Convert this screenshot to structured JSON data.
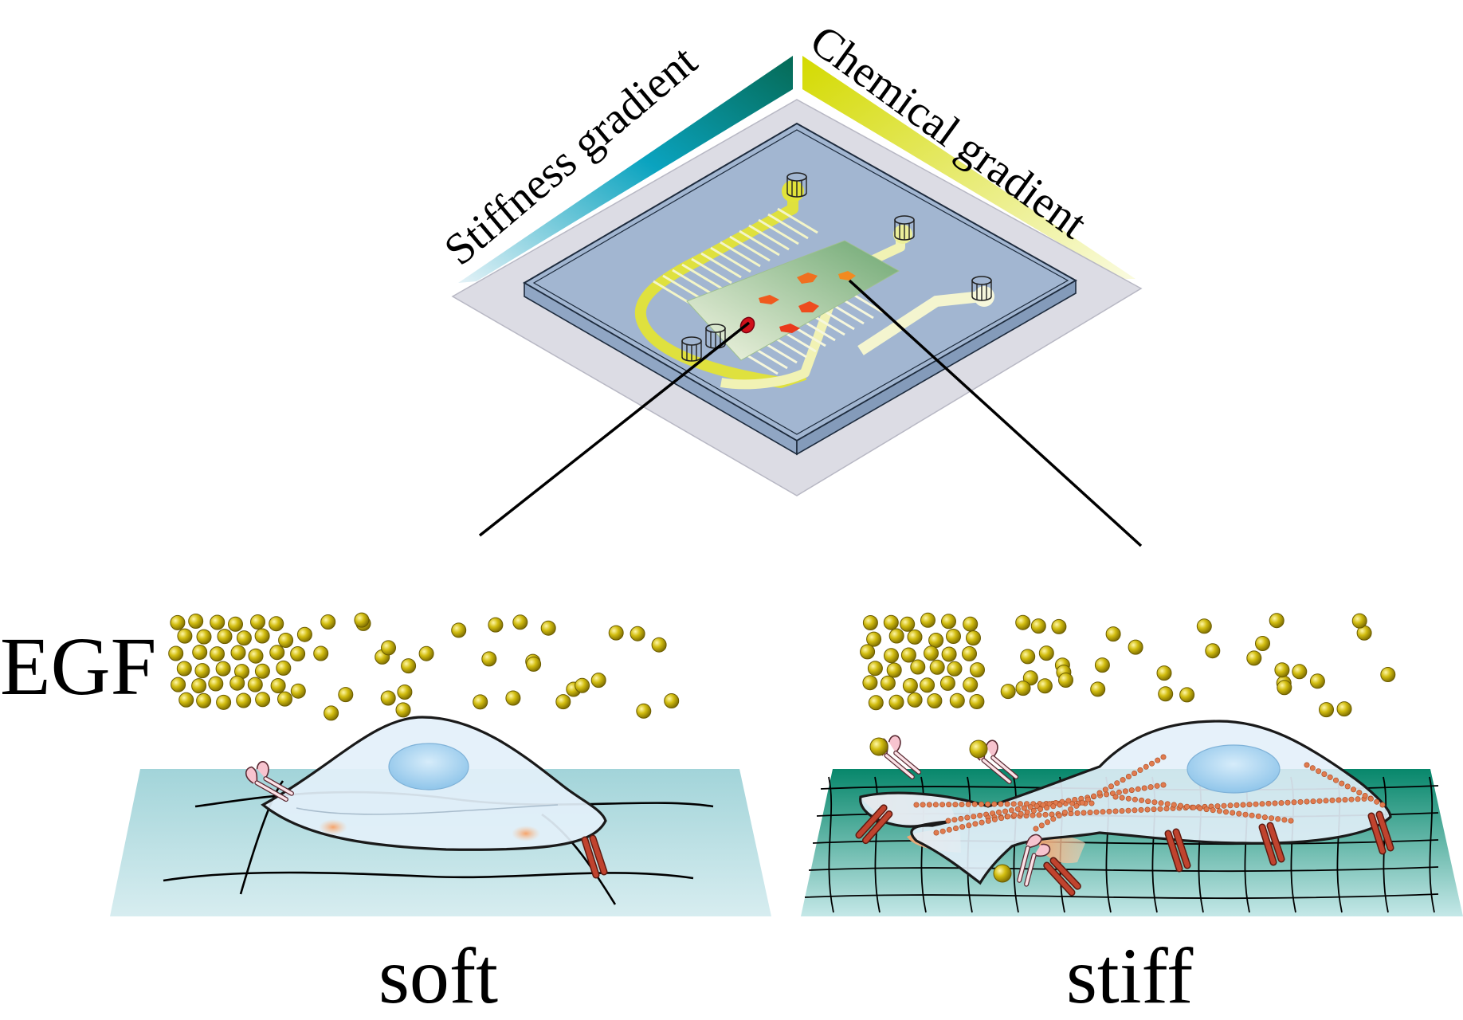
{
  "labels": {
    "stiffness_gradient": "Stiffness gradient",
    "chemical_gradient": "Chemical gradient",
    "egf": "EGF",
    "soft": "soft",
    "stiff": "stiff"
  },
  "colors": {
    "stiffness_gradient": [
      "#d9eef5",
      "#0aa3bf",
      "#056a55"
    ],
    "chemical_gradient": [
      "#d8de0a",
      "#f3f6b8"
    ],
    "chip_base": "#dcdce4",
    "chip_glass": "#9fb4d0",
    "channel": "#e6e54a",
    "egf_particle": "#c8b400",
    "soft_substrate": "#9fd2d8",
    "stiff_substrate": "#0b8e72",
    "cell_body": "#e3f0fa",
    "nucleus": "#a9d4ef",
    "actin_bead": "#e07b4f",
    "integrin": "#c0432e",
    "receptor": "#f7c4cf"
  },
  "icons": {
    "chip": "microfluidic-chip-icon",
    "port": "inlet-port-icon",
    "cell": "cell-icon",
    "receptor": "egf-receptor-icon",
    "integrin": "integrin-icon"
  }
}
